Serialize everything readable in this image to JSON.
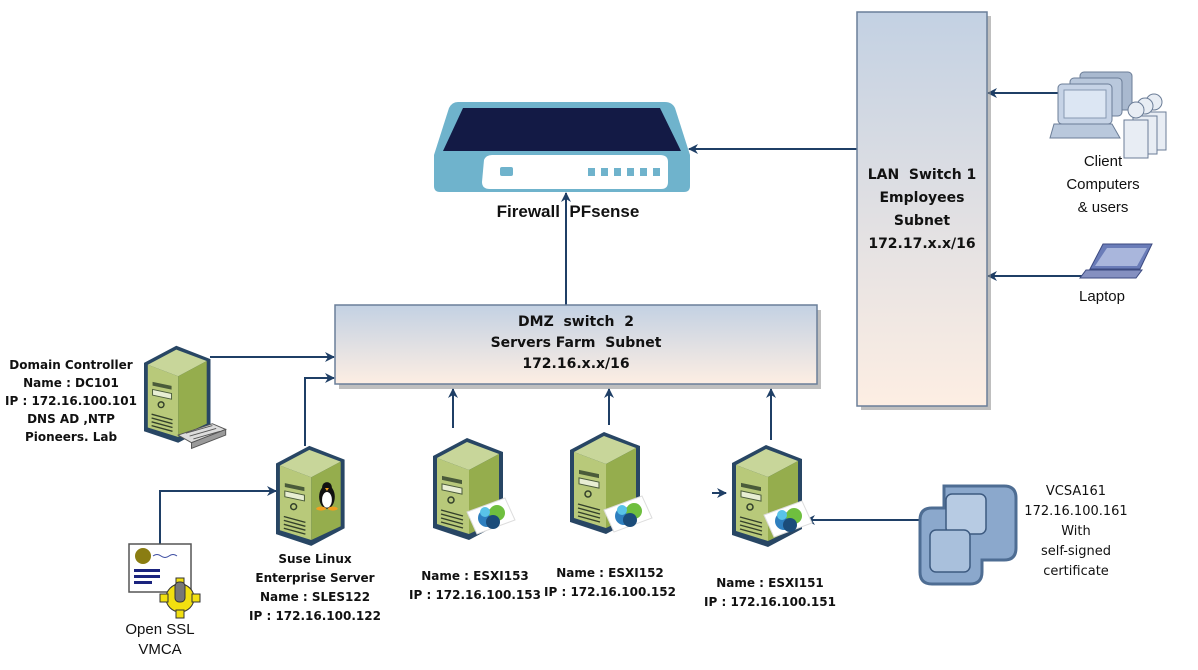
{
  "colors": {
    "connector": "#1f3f66",
    "switch_top": "#c3d1e3",
    "switch_bottom": "#fdeee3",
    "switch_border": "#6a7f99",
    "server_green": "#a9bf62",
    "server_outline": "#284664",
    "firewall_body": "#6fb3cc",
    "firewall_top": "#131a45"
  },
  "firewall": {
    "label": "Firewall  PFsense"
  },
  "dmz_switch": {
    "lines": [
      "DMZ  switch  2",
      "Servers Farm  Subnet",
      "172.16.x.x/16"
    ]
  },
  "lan_switch": {
    "lines": [
      "LAN  Switch 1",
      "Employees",
      "Subnet",
      "172.17.x.x/16"
    ]
  },
  "clients": {
    "lines": [
      "Client",
      "Computers",
      "& users"
    ]
  },
  "laptop": {
    "label": "Laptop"
  },
  "domain_controller": {
    "lines": [
      "Domain Controller",
      "Name : DC101",
      "IP : 172.16.100.101",
      "DNS AD ,NTP",
      "Pioneers. Lab"
    ]
  },
  "sles": {
    "lines": [
      "Suse Linux",
      "Enterprise Server",
      "Name : SLES122",
      "IP : 172.16.100.122"
    ]
  },
  "esxi153": {
    "lines": [
      "Name : ESXI153",
      "IP : 172.16.100.153"
    ]
  },
  "esxi152": {
    "lines": [
      "Name : ESXI152",
      "IP : 172.16.100.152"
    ]
  },
  "esxi151": {
    "lines": [
      "Name : ESXI151",
      "IP : 172.16.100.151"
    ]
  },
  "openssl": {
    "lines": [
      "Open SSL",
      "VMCA"
    ]
  },
  "vcsa": {
    "lines": [
      "VCSA161",
      "172.16.100.161",
      "With",
      "self-signed",
      "certificate"
    ]
  },
  "icons": {
    "firewall": "firewall-icon",
    "server": "server-tower-icon",
    "clients": "client-computers-users-icon",
    "laptop": "laptop-icon",
    "certificate": "certificate-gear-icon",
    "vcenter": "vcenter-logo-icon",
    "linux": "tux-penguin-icon",
    "esxi": "esxi-logo-icon"
  }
}
